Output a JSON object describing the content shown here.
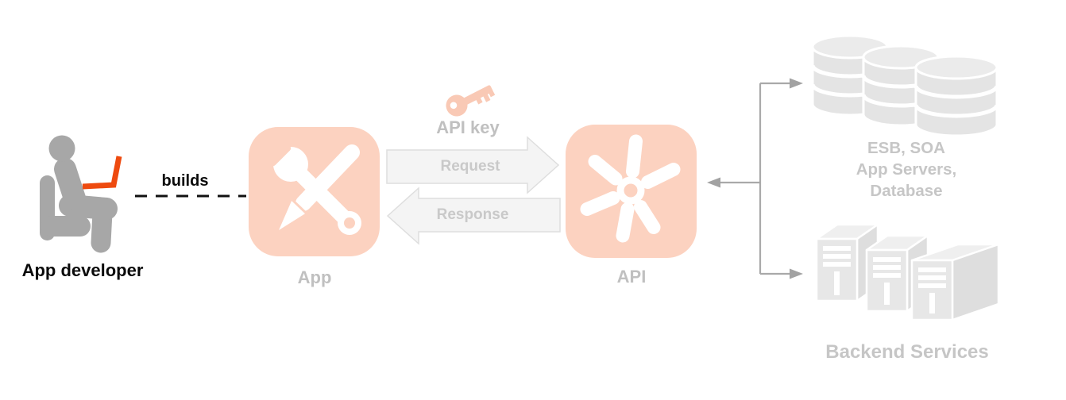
{
  "labels": {
    "developer": "App developer",
    "builds": "builds",
    "app": "App",
    "api_key": "API key",
    "request": "Request",
    "response": "Response",
    "api": "API",
    "backend_upper_lines": [
      "ESB, SOA",
      "App Servers,",
      "Database"
    ],
    "backend_lower": "Backend Services"
  },
  "icons": {
    "app_developer_icon": "person seated in chair with laptop",
    "app_icon": "crossed wrench and pencil in rounded square",
    "api_key_icon": "key",
    "api_icon": "spoked gear with center ring in rounded square",
    "databases_icon": "three stacked database cylinders",
    "servers_icon": "three server tower boxes"
  },
  "colors": {
    "salmon_tile": "#fcd2c0",
    "salmon_key": "#f9c9b5",
    "laptop_orange": "#ee4a0f",
    "figure_gray": "#a7a7a7",
    "connector_gray": "#a9a9a9",
    "backend_gray": "#e4e4e4",
    "flow_arrow_fill": "#f4f4f4",
    "flow_arrow_stroke": "#dedede",
    "label_gray": "#c0c0c0",
    "text_black": "#0a0a0a"
  }
}
